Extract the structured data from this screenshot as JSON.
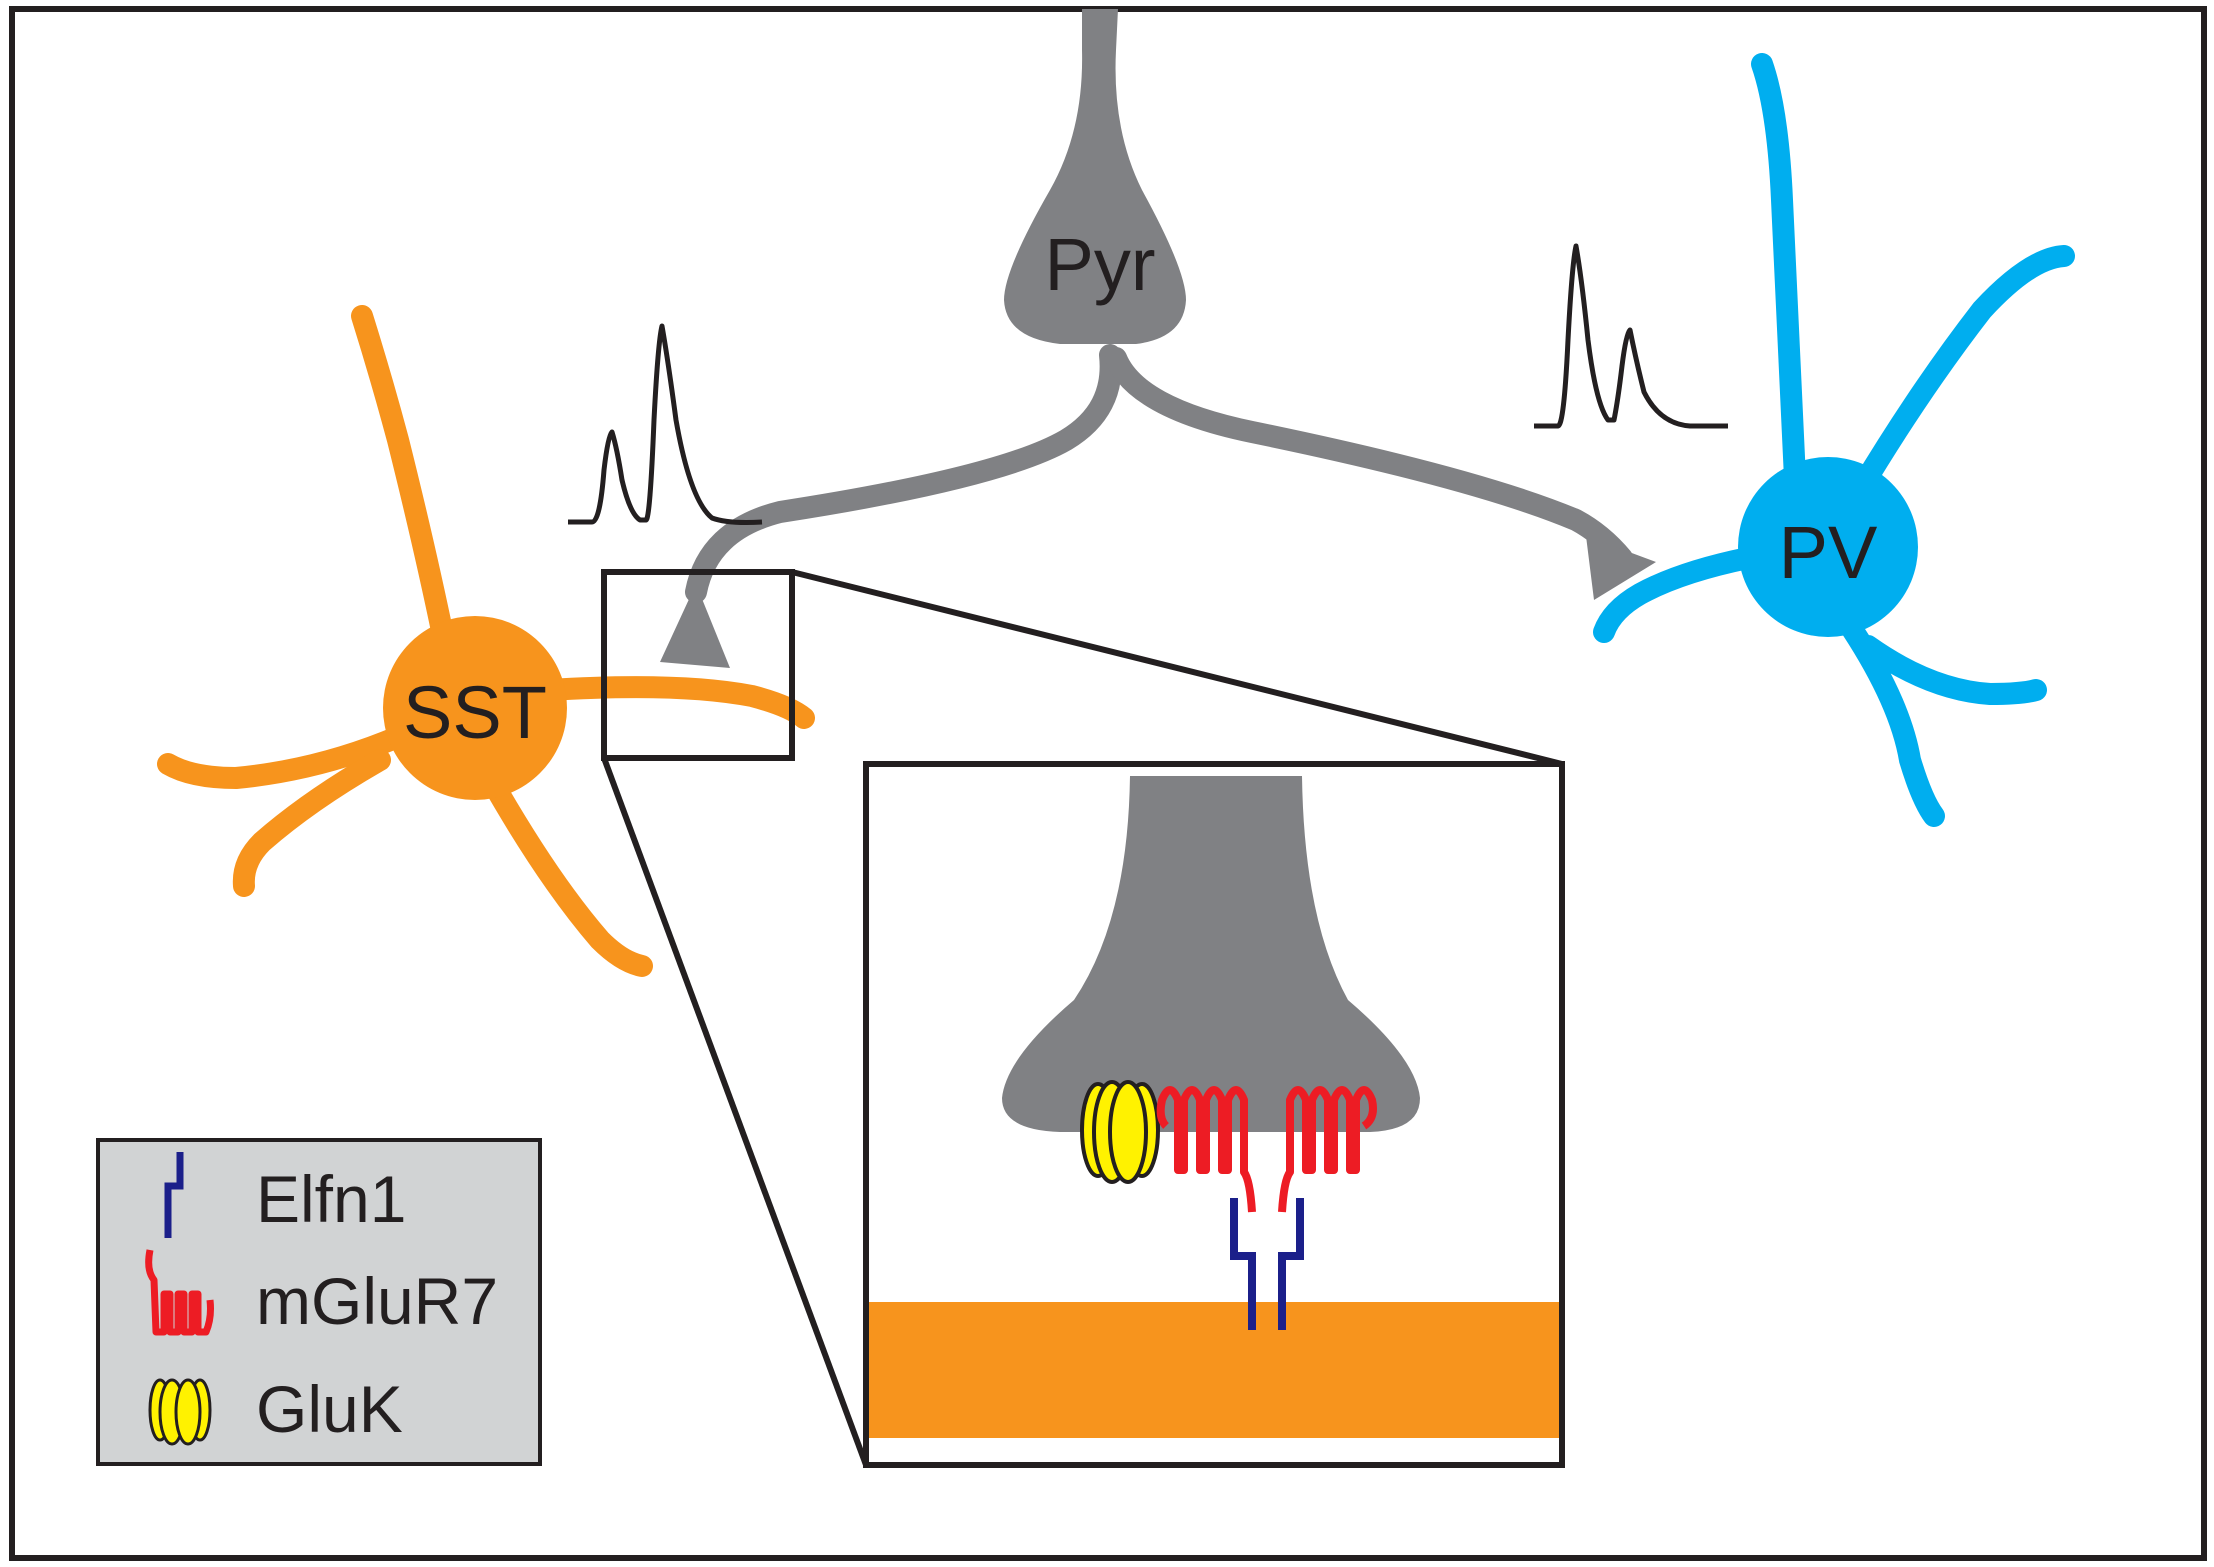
{
  "cells": {
    "pyr": {
      "label": "Pyr",
      "color": "#808184"
    },
    "sst": {
      "label": "SST",
      "color": "#f7941d"
    },
    "pv": {
      "label": "PV",
      "color": "#00aeef"
    }
  },
  "legend": {
    "background": "#d1d3d4",
    "items": [
      {
        "label": "Elfn1",
        "icon": "elfn1-icon",
        "color": "#1b1f8a"
      },
      {
        "label": "mGluR7",
        "icon": "mglur7-icon",
        "color": "#ed1c24"
      },
      {
        "label": "GluK",
        "icon": "gluk-icon",
        "color": "#fff200"
      }
    ]
  },
  "colors": {
    "frame": "#231f20",
    "trace": "#231f20",
    "elfn1": "#1b1f8a",
    "mglur7": "#ed1c24",
    "gluk": "#fff200",
    "pyr": "#808184",
    "sst": "#f7941d",
    "pv": "#00aeef"
  }
}
